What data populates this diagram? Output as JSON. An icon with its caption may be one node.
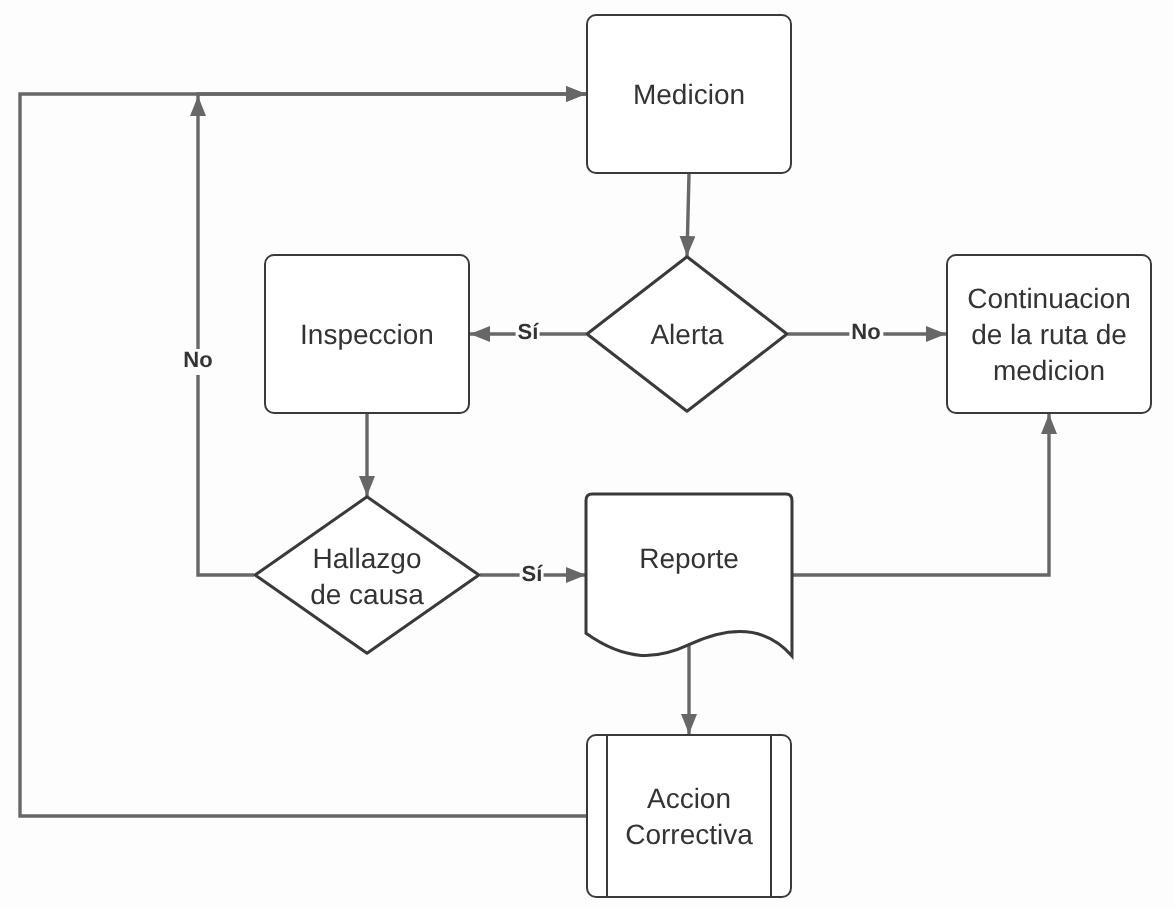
{
  "diagram": {
    "nodes": [
      {
        "text": [
          "Medicion"
        ]
      },
      {
        "text": [
          "Inspeccion"
        ]
      },
      {
        "text": [
          "Alerta"
        ]
      },
      {
        "text": [
          "Continuacion de la ruta de medicion"
        ]
      },
      {
        "text": [
          "Hallazgo de causa"
        ]
      },
      {
        "text": [
          "Reporte"
        ]
      },
      {
        "text": [
          "Accion Correctiva"
        ]
      }
    ],
    "edges": [
      {
        "from": 0,
        "to": 2,
        "arrow": "to"
      },
      {
        "from": 2,
        "to": 1,
        "label": "Sí",
        "arrow": "to"
      },
      {
        "from": 2,
        "to": 3,
        "label": "No",
        "arrow": "to"
      },
      {
        "from": 1,
        "to": 4,
        "arrow": "to"
      },
      {
        "from": 4,
        "to": 0,
        "label": "No",
        "arrow": "to"
      },
      {
        "from": 4,
        "to": 5,
        "label": "Sí",
        "arrow": "to"
      },
      {
        "from": 5,
        "to": 3,
        "arrow": "to"
      },
      {
        "from": 5,
        "to": 6,
        "arrow": "to"
      },
      {
        "from": 6,
        "to": 0,
        "arrow": "to"
      }
    ]
  }
}
